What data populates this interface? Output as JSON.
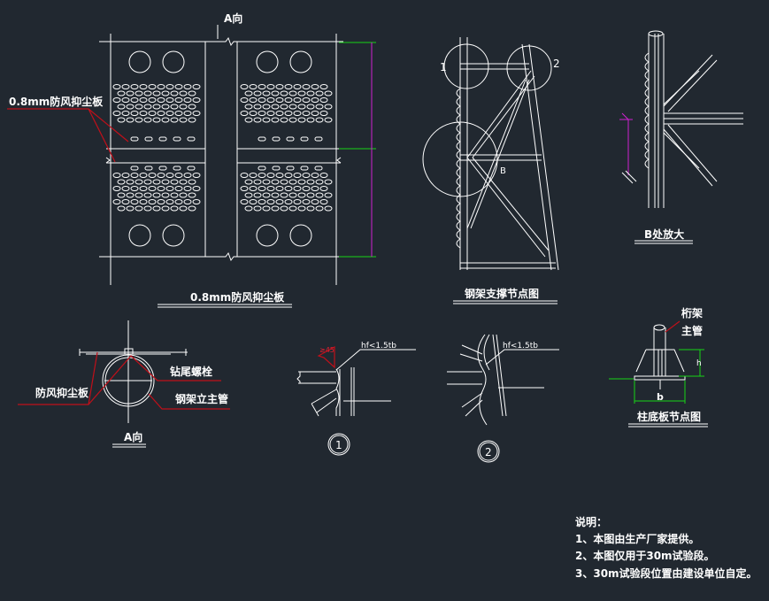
{
  "panel_view": {
    "direction_label": "A向",
    "panel_callout": "0.8mm防风抑尘板",
    "title": "0.8mm防风抑尘板"
  },
  "frame_view": {
    "node_1": "1",
    "node_2": "2",
    "node_b": "B",
    "title": "钢架支撑节点图"
  },
  "detail_b": {
    "title": "B处放大"
  },
  "section_a": {
    "label_panel": "防风抑尘板",
    "label_bolt": "钻尾螺栓",
    "label_pipe": "钢架立主管",
    "title": "A向"
  },
  "weld_details": {
    "angle_label": "≥45",
    "weld_note_1": "hf<1.5tb",
    "weld_note_2": "hf<1.5tb",
    "marker_1": "1",
    "marker_2": "2"
  },
  "base_plate": {
    "label_line1": "桁架",
    "label_line2": "主管",
    "dim_h": "h",
    "dim_b": "b",
    "title": "柱底板节点图"
  },
  "notes": {
    "heading": "说明：",
    "items": [
      "1、本图由生产厂家提供。",
      "2、本图仅用于30m试验段。",
      "3、30m试验段位置由建设单位自定。"
    ]
  }
}
